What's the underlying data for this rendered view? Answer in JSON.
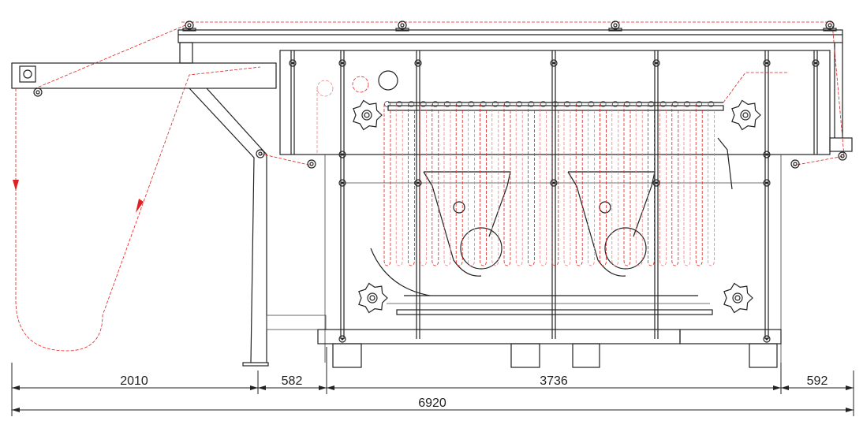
{
  "drawing": {
    "dimensions": {
      "left_overhang": "2010",
      "leg_to_frame": "582",
      "main_frame": "3736",
      "right_overhang": "592",
      "total_length": "6920"
    },
    "colors": {
      "line": "#222222",
      "fabric_path": "#e02020"
    }
  }
}
